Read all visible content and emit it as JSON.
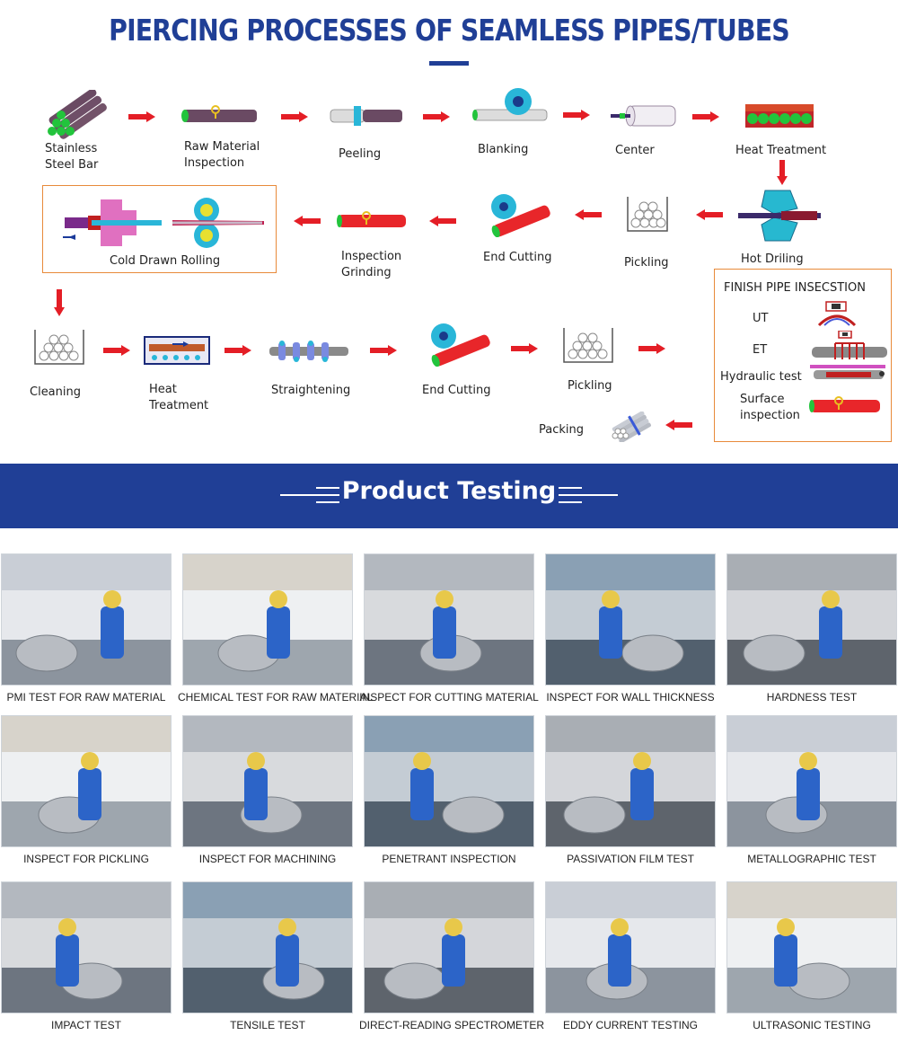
{
  "page": {
    "title": "PIERCING PROCESSES OF SEAMLESS PIPES/TUBES"
  },
  "colors": {
    "title_blue": "#203f96",
    "arrow_red": "#e41e26",
    "box_orange": "#e88a3a",
    "pipe_red": "#e8262a",
    "pipe_green": "#22c43c"
  },
  "process": {
    "steps": {
      "stainless_bar": "Stainless\nSteel Bar",
      "raw_inspection": "Raw Material\nInspection",
      "peeling": "Peeling",
      "blanking": "Blanking",
      "center": "Center",
      "heat_treatment_1": "Heat Treatment",
      "hot_driling": "Hot Driling",
      "pickling_1": "Pickling",
      "end_cutting_1": "End Cutting",
      "inspection_grinding": "Inspection\nGrinding",
      "cold_drawn": "Cold Drawn Rolling",
      "cleaning": "Cleaning",
      "heat_treatment_2": "Heat\nTreatment",
      "straightening": "Straightening",
      "end_cutting_2": "End Cutting",
      "pickling_2": "Pickling",
      "packing": "Packing"
    },
    "finish": {
      "title": "FINISH PIPE INSECSTION",
      "ut": "UT",
      "et": "ET",
      "hydraulic": "Hydraulic test",
      "surface": "Surface\ninspection"
    }
  },
  "testing": {
    "banner_title": "Product Testing",
    "items": [
      {
        "caption": "PMI TEST FOR RAW MATERIAL"
      },
      {
        "caption": "CHEMICAL TEST FOR RAW MATERIAL"
      },
      {
        "caption": "INSPECT FOR CUTTING MATERIAL"
      },
      {
        "caption": "INSPECT FOR WALL THICKNESS"
      },
      {
        "caption": "HARDNESS TEST"
      },
      {
        "caption": "INSPECT FOR PICKLING"
      },
      {
        "caption": "INSPECT FOR MACHINING"
      },
      {
        "caption": "PENETRANT INSPECTION"
      },
      {
        "caption": "PASSIVATION FILM TEST"
      },
      {
        "caption": "METALLOGRAPHIC TEST"
      },
      {
        "caption": "IMPACT TEST"
      },
      {
        "caption": "TENSILE TEST"
      },
      {
        "caption": "DIRECT-READING SPECTROMETER"
      },
      {
        "caption": "EDDY CURRENT  TESTING"
      },
      {
        "caption": "ULTRASONIC TESTING"
      }
    ]
  }
}
